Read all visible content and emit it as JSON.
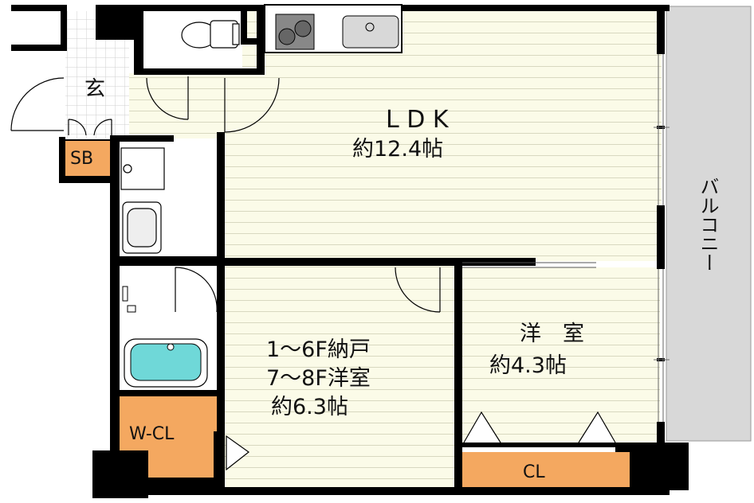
{
  "rooms": {
    "ldk": {
      "name": "L D K",
      "area": "約12.4帖"
    },
    "storage_room": {
      "line1": "1～6F納戸",
      "line2": "7～8F洋室",
      "area": "約6.3帖"
    },
    "western_room": {
      "name": "洋　室",
      "area": "約4.3帖"
    },
    "entrance": {
      "name": "玄"
    },
    "shoe_box": {
      "name": "SB"
    },
    "walk_in_closet": {
      "name": "W-CL"
    },
    "closet": {
      "name": "CL"
    },
    "balcony": {
      "name": "バルコニー"
    }
  },
  "colors": {
    "wall": "#000000",
    "floor_wood": "#fbfbe8",
    "floor_line": "#d8d8c0",
    "wet_area": "#ffffff",
    "storage": "#f4a860",
    "balcony": "#d8d8d8",
    "bathtub": "#6fd8d8",
    "tile_grid": "#cfcfcf"
  }
}
